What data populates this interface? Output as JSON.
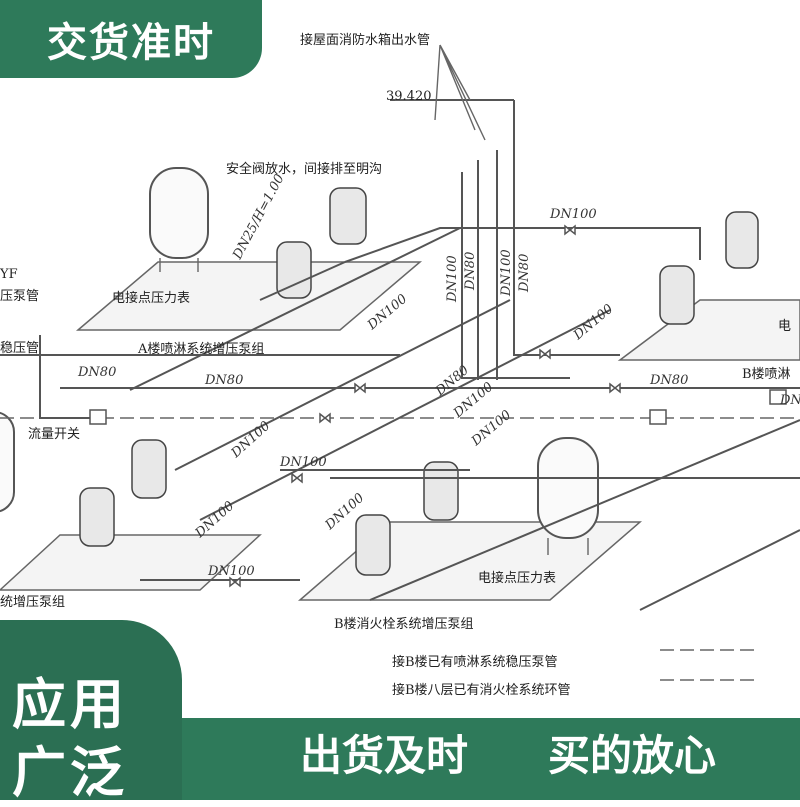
{
  "badges": {
    "top": "交货准时",
    "left_line1": "应用",
    "left_line2": "广泛",
    "slogan_1": "出货及时",
    "slogan_2": "买的放心"
  },
  "labels": {
    "roof_tank_pipe": "接屋面消防水箱出水管",
    "elevation": "39.420",
    "safety_valve": "安全阀放水，间接排至明沟",
    "dn25": "DN25/H=1.00",
    "dn100_top": "DN100",
    "dn100_vertical_1": "DN100",
    "dn80_vertical": "DN80",
    "dn100_vertical_2": "DN100",
    "dn80_vertical_2": "DN80",
    "pressure_gauge_a": "电接点压力表",
    "pump_group_a": "A楼喷淋系统增压泵组",
    "dn100_diag_1": "DN100",
    "dn100_diag_2": "DN100",
    "dn100_diag_3": "DN100",
    "dn80_diag": "DN80",
    "dn100_diag_4": "DN100",
    "dn80_left": "DN80",
    "dn80_mid": "DN80",
    "dn80_right": "DN80",
    "b_spray_partial": "B楼喷淋",
    "left_partial_1": "压泵管",
    "left_partial_2": "稳压管",
    "left_partial_3": "YF",
    "flow_switch": "流量开关",
    "dn100_diag_5": "DN100",
    "dn100_mid": "DN100",
    "dn100_lower_diag": "DN100",
    "dn100_lower_diag_2": "DN100",
    "dn100_bottom": "DN100",
    "pressure_gauge_b": "电接点压力表",
    "pump_group_b": "B楼消火栓系统增压泵组",
    "left_pump_partial": "统增压泵组",
    "connect_b_spray": "接B楼已有喷淋系统稳压泵管",
    "connect_b_hydrant": "接B楼八层已有消火栓系统环管",
    "right_partial_dian": "电",
    "right_partial_dn": "DN"
  }
}
